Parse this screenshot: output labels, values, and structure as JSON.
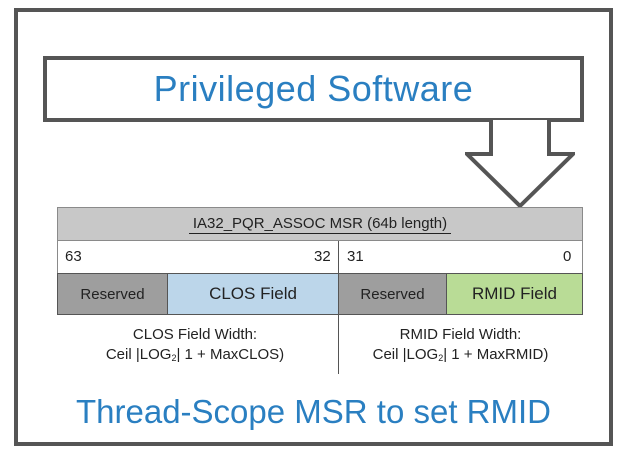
{
  "colors": {
    "accent_blue": "#2a7fc1",
    "frame_gray": "#555555",
    "header_gray": "#c8c8c8",
    "reserved_gray": "#9e9e9e",
    "clos_blue": "#bcd6ea",
    "rmid_green": "#b9dc96"
  },
  "top_box": {
    "title": "Privileged Software"
  },
  "arrow": {
    "icon": "down-arrow-icon"
  },
  "msr": {
    "header": "IA32_PQR_ASSOC MSR (64b length)",
    "bits": {
      "b63": "63",
      "b32": "32",
      "b31": "31",
      "b0": "0"
    },
    "fields": [
      {
        "label": "Reserved"
      },
      {
        "label": "CLOS Field"
      },
      {
        "label": "Reserved"
      },
      {
        "label": "RMID Field"
      }
    ]
  },
  "notes": {
    "clos": {
      "line1": "CLOS Field Width:",
      "line2_prefix": "Ceil |LOG",
      "line2_sub": "2",
      "line2_suffix": "| 1 + MaxCLOS)"
    },
    "rmid": {
      "line1": "RMID Field Width:",
      "line2_prefix": "Ceil |LOG",
      "line2_sub": "2",
      "line2_suffix": "| 1 + MaxRMID)"
    }
  },
  "caption": "Thread-Scope MSR to set RMID"
}
